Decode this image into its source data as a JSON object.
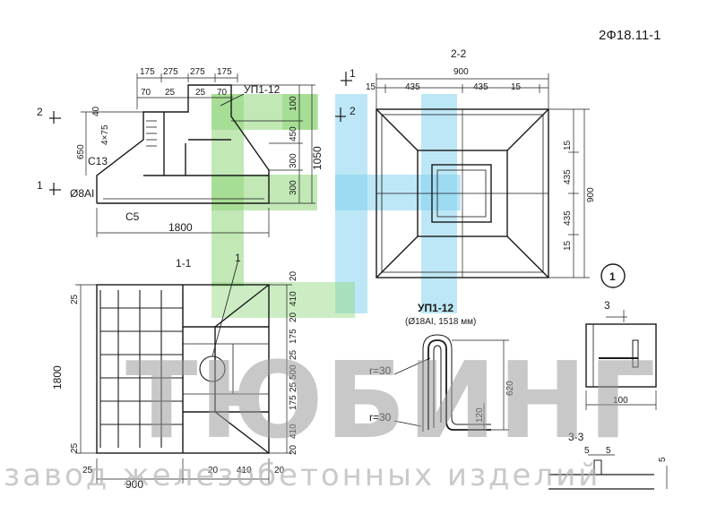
{
  "drawing": {
    "code": "2Ф18.11-1",
    "elevation": {
      "top_dims": [
        "175",
        "275",
        "275",
        "175"
      ],
      "inner_dims": [
        "70",
        "25",
        "25",
        "70"
      ],
      "rebar_mark": "УП1-12",
      "left_dims": [
        "40",
        "4×75",
        "650"
      ],
      "right_dims": [
        "100",
        "450",
        "300",
        "300",
        "1050"
      ],
      "labels": [
        "С13",
        "Ø8АI",
        "С5"
      ],
      "width": "1800",
      "section_marks": [
        "2",
        "1",
        "1",
        "2"
      ]
    },
    "section_2_2": {
      "title": "2-2",
      "top_dims": [
        "15",
        "435",
        "435",
        "15",
        "900"
      ],
      "right_dims": [
        "15",
        "435",
        "435",
        "15",
        "900"
      ]
    },
    "section_1_1": {
      "title": "1-1",
      "callout": "1",
      "left_dims": [
        "25",
        "1800",
        "25"
      ],
      "right_dims": [
        "20",
        "410",
        "20",
        "175",
        "25",
        "500",
        "25",
        "175",
        "410",
        "20"
      ],
      "bottom_dims": [
        "25",
        "900",
        "20",
        "410",
        "20"
      ]
    },
    "rebar_detail": {
      "title": "УП1-12",
      "subtitle": "(Ø18АI, 1518 мм)",
      "radius_labels": [
        "r=30",
        "r=30"
      ],
      "dims": [
        "620",
        "120"
      ]
    },
    "node_1": {
      "label": "1",
      "section_mark": "3",
      "dim": "100"
    },
    "section_3_3": {
      "title": "3-3",
      "dims": [
        "5",
        "5",
        "5"
      ]
    }
  },
  "watermark": {
    "brand": "ТЮБИНГ",
    "tagline": "завод железобетонных изделий",
    "colors": {
      "green": "#8fd67a",
      "blue": "#7ccfee",
      "gray": "#9a9a9a"
    }
  }
}
